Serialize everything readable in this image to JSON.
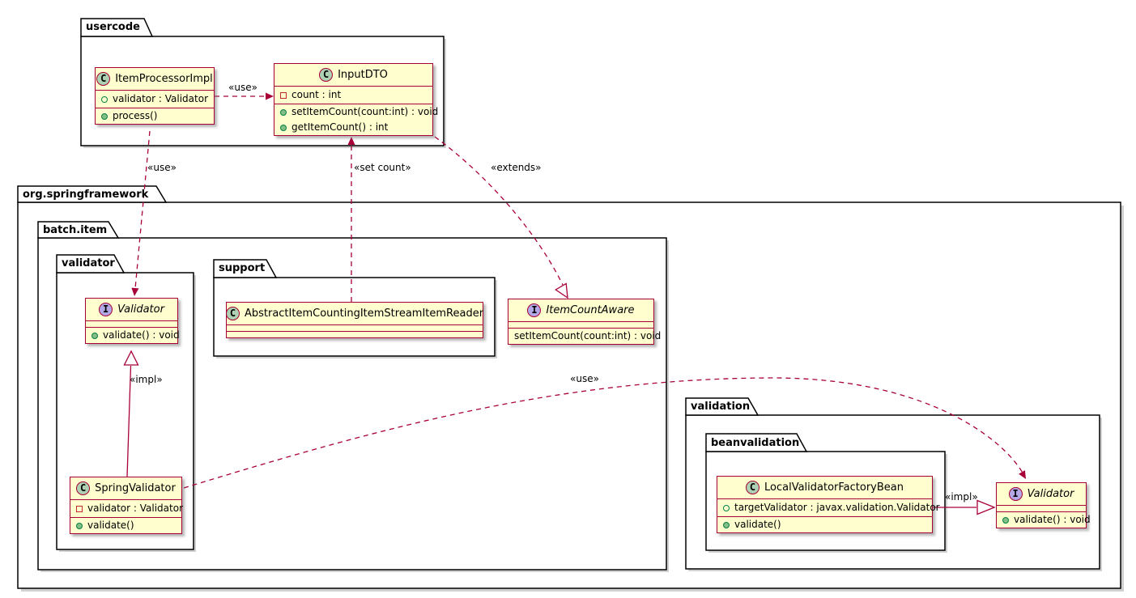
{
  "packages": {
    "usercode": {
      "label": "usercode"
    },
    "springframework": {
      "label": "org.springframework"
    },
    "batch_item": {
      "label": "batch.item"
    },
    "validator_pkg": {
      "label": "validator"
    },
    "support": {
      "label": "support"
    },
    "validation": {
      "label": "validation"
    },
    "beanvalidation": {
      "label": "beanvalidation"
    }
  },
  "classes": {
    "item_processor_impl": {
      "spot": "C",
      "name": "ItemProcessorImpl",
      "fields": [
        {
          "vis": "field-public",
          "text": "validator : Validator"
        }
      ],
      "methods": [
        {
          "vis": "method-public",
          "text": "process()"
        }
      ]
    },
    "input_dto": {
      "spot": "C",
      "name": "InputDTO",
      "fields": [
        {
          "vis": "field-private",
          "text": "count : int"
        }
      ],
      "methods": [
        {
          "vis": "method-public",
          "text": "setItemCount(count:int) : void"
        },
        {
          "vis": "method-public",
          "text": "getItemCount() : int"
        }
      ]
    },
    "validator_interface": {
      "spot": "I",
      "name": "Validator",
      "fields": [],
      "methods": [
        {
          "vis": "method-public",
          "text": "validate() : void"
        }
      ]
    },
    "abstract_reader": {
      "spot": "C",
      "name": "AbstractItemCountingItemStreamItemReader",
      "fields": [],
      "methods": []
    },
    "item_count_aware": {
      "spot": "I",
      "name": "ItemCountAware",
      "fields": [],
      "methods": [
        {
          "vis": "none",
          "text": "setItemCount(count:int) : void"
        }
      ]
    },
    "spring_validator": {
      "spot": "C",
      "name": "SpringValidator",
      "fields": [
        {
          "vis": "field-private",
          "text": "validator : Validator"
        }
      ],
      "methods": [
        {
          "vis": "method-public",
          "text": "validate()"
        }
      ]
    },
    "local_validator_factory_bean": {
      "spot": "C",
      "name": "LocalValidatorFactoryBean",
      "fields": [
        {
          "vis": "field-public",
          "text": "targetValidator : javax.validation.Validator"
        }
      ],
      "methods": [
        {
          "vis": "method-public",
          "text": "validate()"
        }
      ]
    },
    "validator_interface_2": {
      "spot": "I",
      "name": "Validator",
      "fields": [],
      "methods": [
        {
          "vis": "method-public",
          "text": "validate() : void"
        }
      ]
    }
  },
  "edges": {
    "use_input": {
      "label": "«use»"
    },
    "use_validator": {
      "label": "«use»"
    },
    "set_count": {
      "label": "«set count»"
    },
    "extends": {
      "label": "«extends»"
    },
    "impl_left": {
      "label": "«impl»"
    },
    "use_long": {
      "label": "«use»"
    },
    "impl_right": {
      "label": "«impl»"
    }
  }
}
